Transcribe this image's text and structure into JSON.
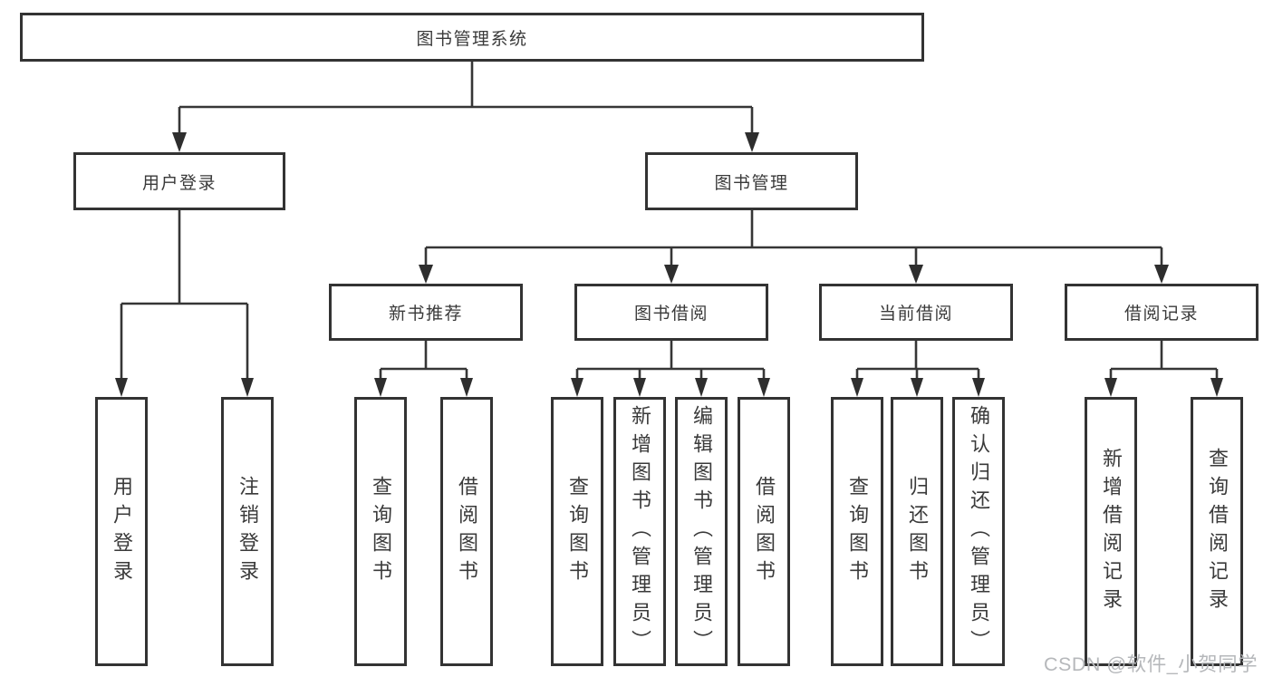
{
  "tree": {
    "root": {
      "label": "图书管理系统"
    },
    "user_login": {
      "label": "用户登录",
      "children": [
        {
          "label": "用户登录"
        },
        {
          "label": "注销登录"
        }
      ]
    },
    "book_mgmt": {
      "label": "图书管理",
      "groups": [
        {
          "label": "新书推荐",
          "children": [
            {
              "label": "查询图书"
            },
            {
              "label": "借阅图书"
            }
          ]
        },
        {
          "label": "图书借阅",
          "children": [
            {
              "label": "查询图书"
            },
            {
              "label": "新增图书（管理员）"
            },
            {
              "label": "编辑图书（管理员）"
            },
            {
              "label": "借阅图书"
            }
          ]
        },
        {
          "label": "当前借阅",
          "children": [
            {
              "label": "查询图书"
            },
            {
              "label": "归还图书"
            },
            {
              "label": "确认归还（管理员）"
            }
          ]
        },
        {
          "label": "借阅记录",
          "children": [
            {
              "label": "新增借阅记录"
            },
            {
              "label": "查询借阅记录"
            }
          ]
        }
      ]
    }
  },
  "watermark": {
    "text": "CSDN @软件_小贺同学"
  },
  "colors": {
    "line": "#363636",
    "box_border": "#333333",
    "text": "#3a3a3a",
    "watermark": "#b6b8bb",
    "background": "#ffffff"
  }
}
